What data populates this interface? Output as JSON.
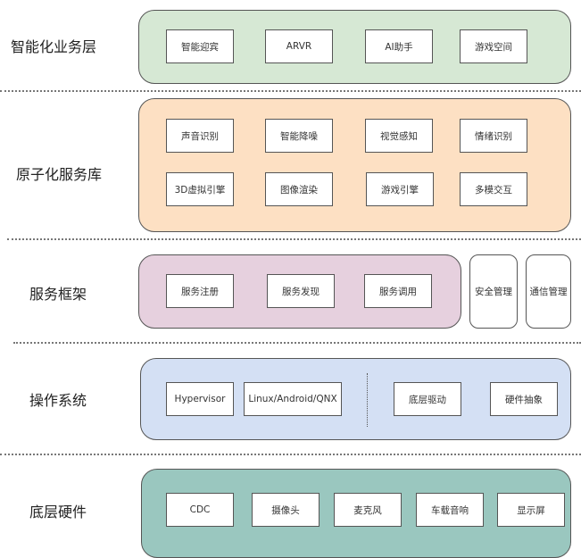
{
  "colors": {
    "business": "#d6e8d4",
    "atomic": "#fde0c3",
    "framework": "#e6d0de",
    "os": "#d4e0f4",
    "hardware": "#9ac7bf"
  },
  "layers": [
    {
      "label": "智能化业务层",
      "items": [
        "智能迎宾",
        "ARVR",
        "AI助手",
        "游戏空间"
      ]
    },
    {
      "label": "原子化服务库",
      "rows": [
        [
          "声音识别",
          "智能降噪",
          "视觉感知",
          "情绪识别"
        ],
        [
          "3D虚拟引擎",
          "图像渲染",
          "游戏引擎",
          "多模交互"
        ]
      ]
    },
    {
      "label": "服务框架",
      "items": [
        "服务注册",
        "服务发现",
        "服务调用"
      ],
      "side_items": [
        "安全管理",
        "通信管理"
      ]
    },
    {
      "label": "操作系统",
      "left_items": [
        "Hypervisor",
        "Linux/Android/QNX"
      ],
      "right_items": [
        "底层驱动",
        "硬件抽象"
      ]
    },
    {
      "label": "底层硬件",
      "items": [
        "CDC",
        "摄像头",
        "麦克风",
        "车载音响",
        "显示屏"
      ]
    }
  ]
}
